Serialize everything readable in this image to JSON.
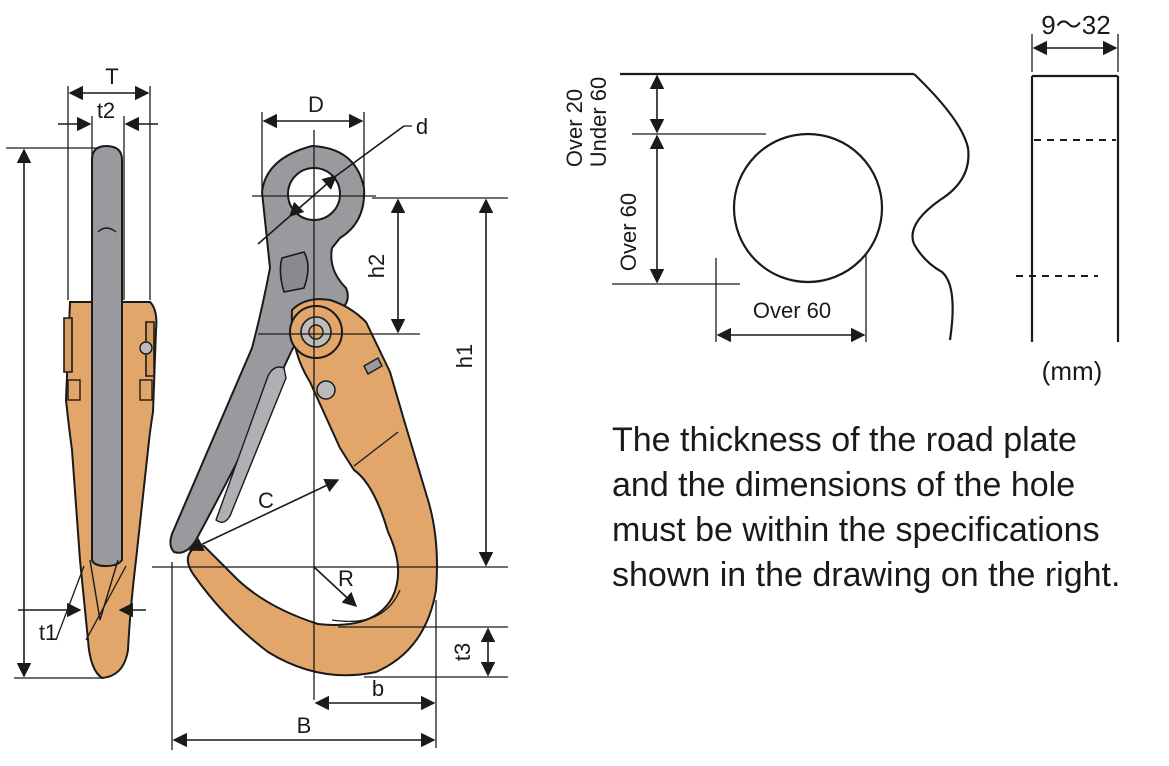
{
  "labels": {
    "T": "T",
    "t2": "t2",
    "t1": "t1",
    "D": "D",
    "d": "d",
    "h2": "h2",
    "h1": "h1",
    "C": "C",
    "R": "R",
    "t3": "t3",
    "b": "b",
    "B": "B",
    "over_20_under_60": [
      "Over 20",
      "Under 60"
    ],
    "over_60_vertical": "Over 60",
    "over_60_horizontal": "Over 60",
    "thickness_range": "9～32",
    "unit": "(mm)"
  },
  "note": [
    "The thickness of the road plate",
    "and the dimensions of the hole",
    "must be within the specifications",
    "shown in the drawing on the right."
  ],
  "colors": {
    "hook_body": "#e2a66a",
    "lever": "#9a9a9e",
    "outline": "#1a1a1a"
  }
}
